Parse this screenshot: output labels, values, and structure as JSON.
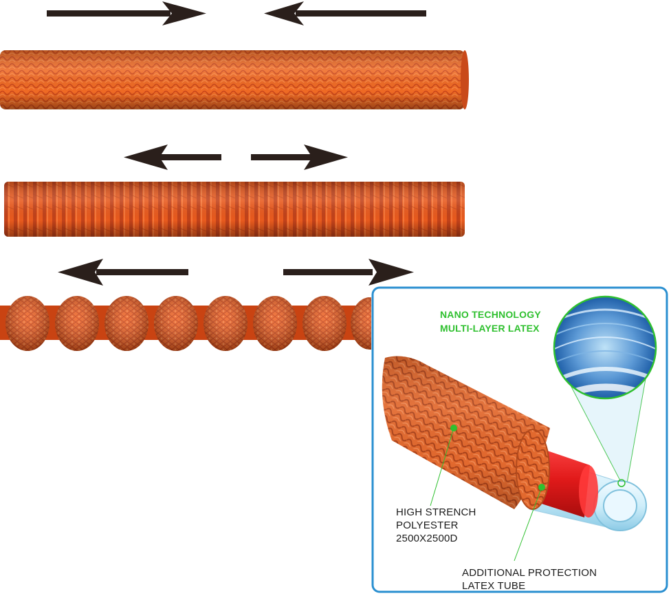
{
  "colors": {
    "hose_orange": "#ef6a24",
    "hose_orange_dark": "#c9461a",
    "hose_orange_light": "#ff9a5a",
    "arrow": "#2a1f1b",
    "panel_border": "#2a8fd0",
    "green_accent": "#2fc02f",
    "red_tube": "#e11a1a",
    "latex_blue": "#9ad6ef"
  },
  "rows": [
    {
      "state": "compressed",
      "arrows": "inward"
    },
    {
      "state": "partially-stretched",
      "arrows": "outward"
    },
    {
      "state": "fully-expanded",
      "arrows": "outward"
    }
  ],
  "inset": {
    "title_line1": "NANO TECHNOLOGY",
    "title_line2": "MULTI-LAYER LATEX",
    "polyester_line1": "HIGH STRENCH",
    "polyester_line2": "POLYESTER",
    "polyester_line3": "2500X2500D",
    "tube_line1": "ADDITIONAL PROTECTION",
    "tube_line2": "LATEX TUBE"
  }
}
